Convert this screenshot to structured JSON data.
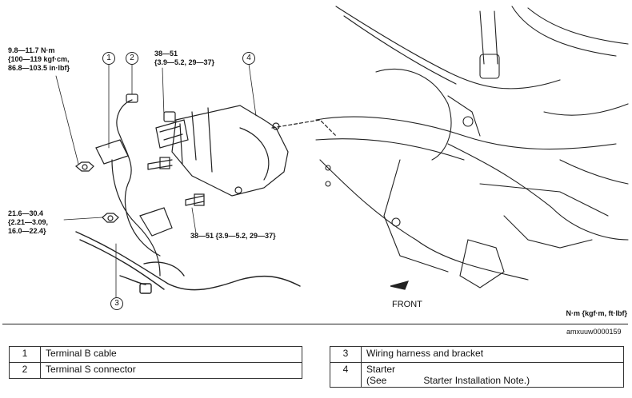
{
  "torque_labels": {
    "nut_1": [
      "9.8—11.7 N·m",
      "{100—119 kgf·cm,",
      "86.8—103.5 in·lbf}"
    ],
    "bolt_upper": [
      "38—51",
      "{3.9—5.2, 29—37}"
    ],
    "nut_3": [
      "21.6—30.4",
      "{2.21—3.09,",
      "16.0—22.4}"
    ],
    "bolt_lower": "38—51 {3.9—5.2, 29—37}"
  },
  "callouts": [
    "1",
    "2",
    "3",
    "4"
  ],
  "front_label": "FRONT",
  "units_label": "N·m {kgf·m, ft·lbf}",
  "figure_ref": "amxuuw0000159",
  "legend_left": [
    {
      "num": "1",
      "text": "Terminal B cable"
    },
    {
      "num": "2",
      "text": "Terminal S connector"
    }
  ],
  "legend_right": [
    {
      "num": "3",
      "text": "Wiring harness and bracket"
    },
    {
      "num": "4",
      "text": "Starter",
      "line2a": "(See",
      "line2b": "Starter Installation Note.)"
    }
  ]
}
